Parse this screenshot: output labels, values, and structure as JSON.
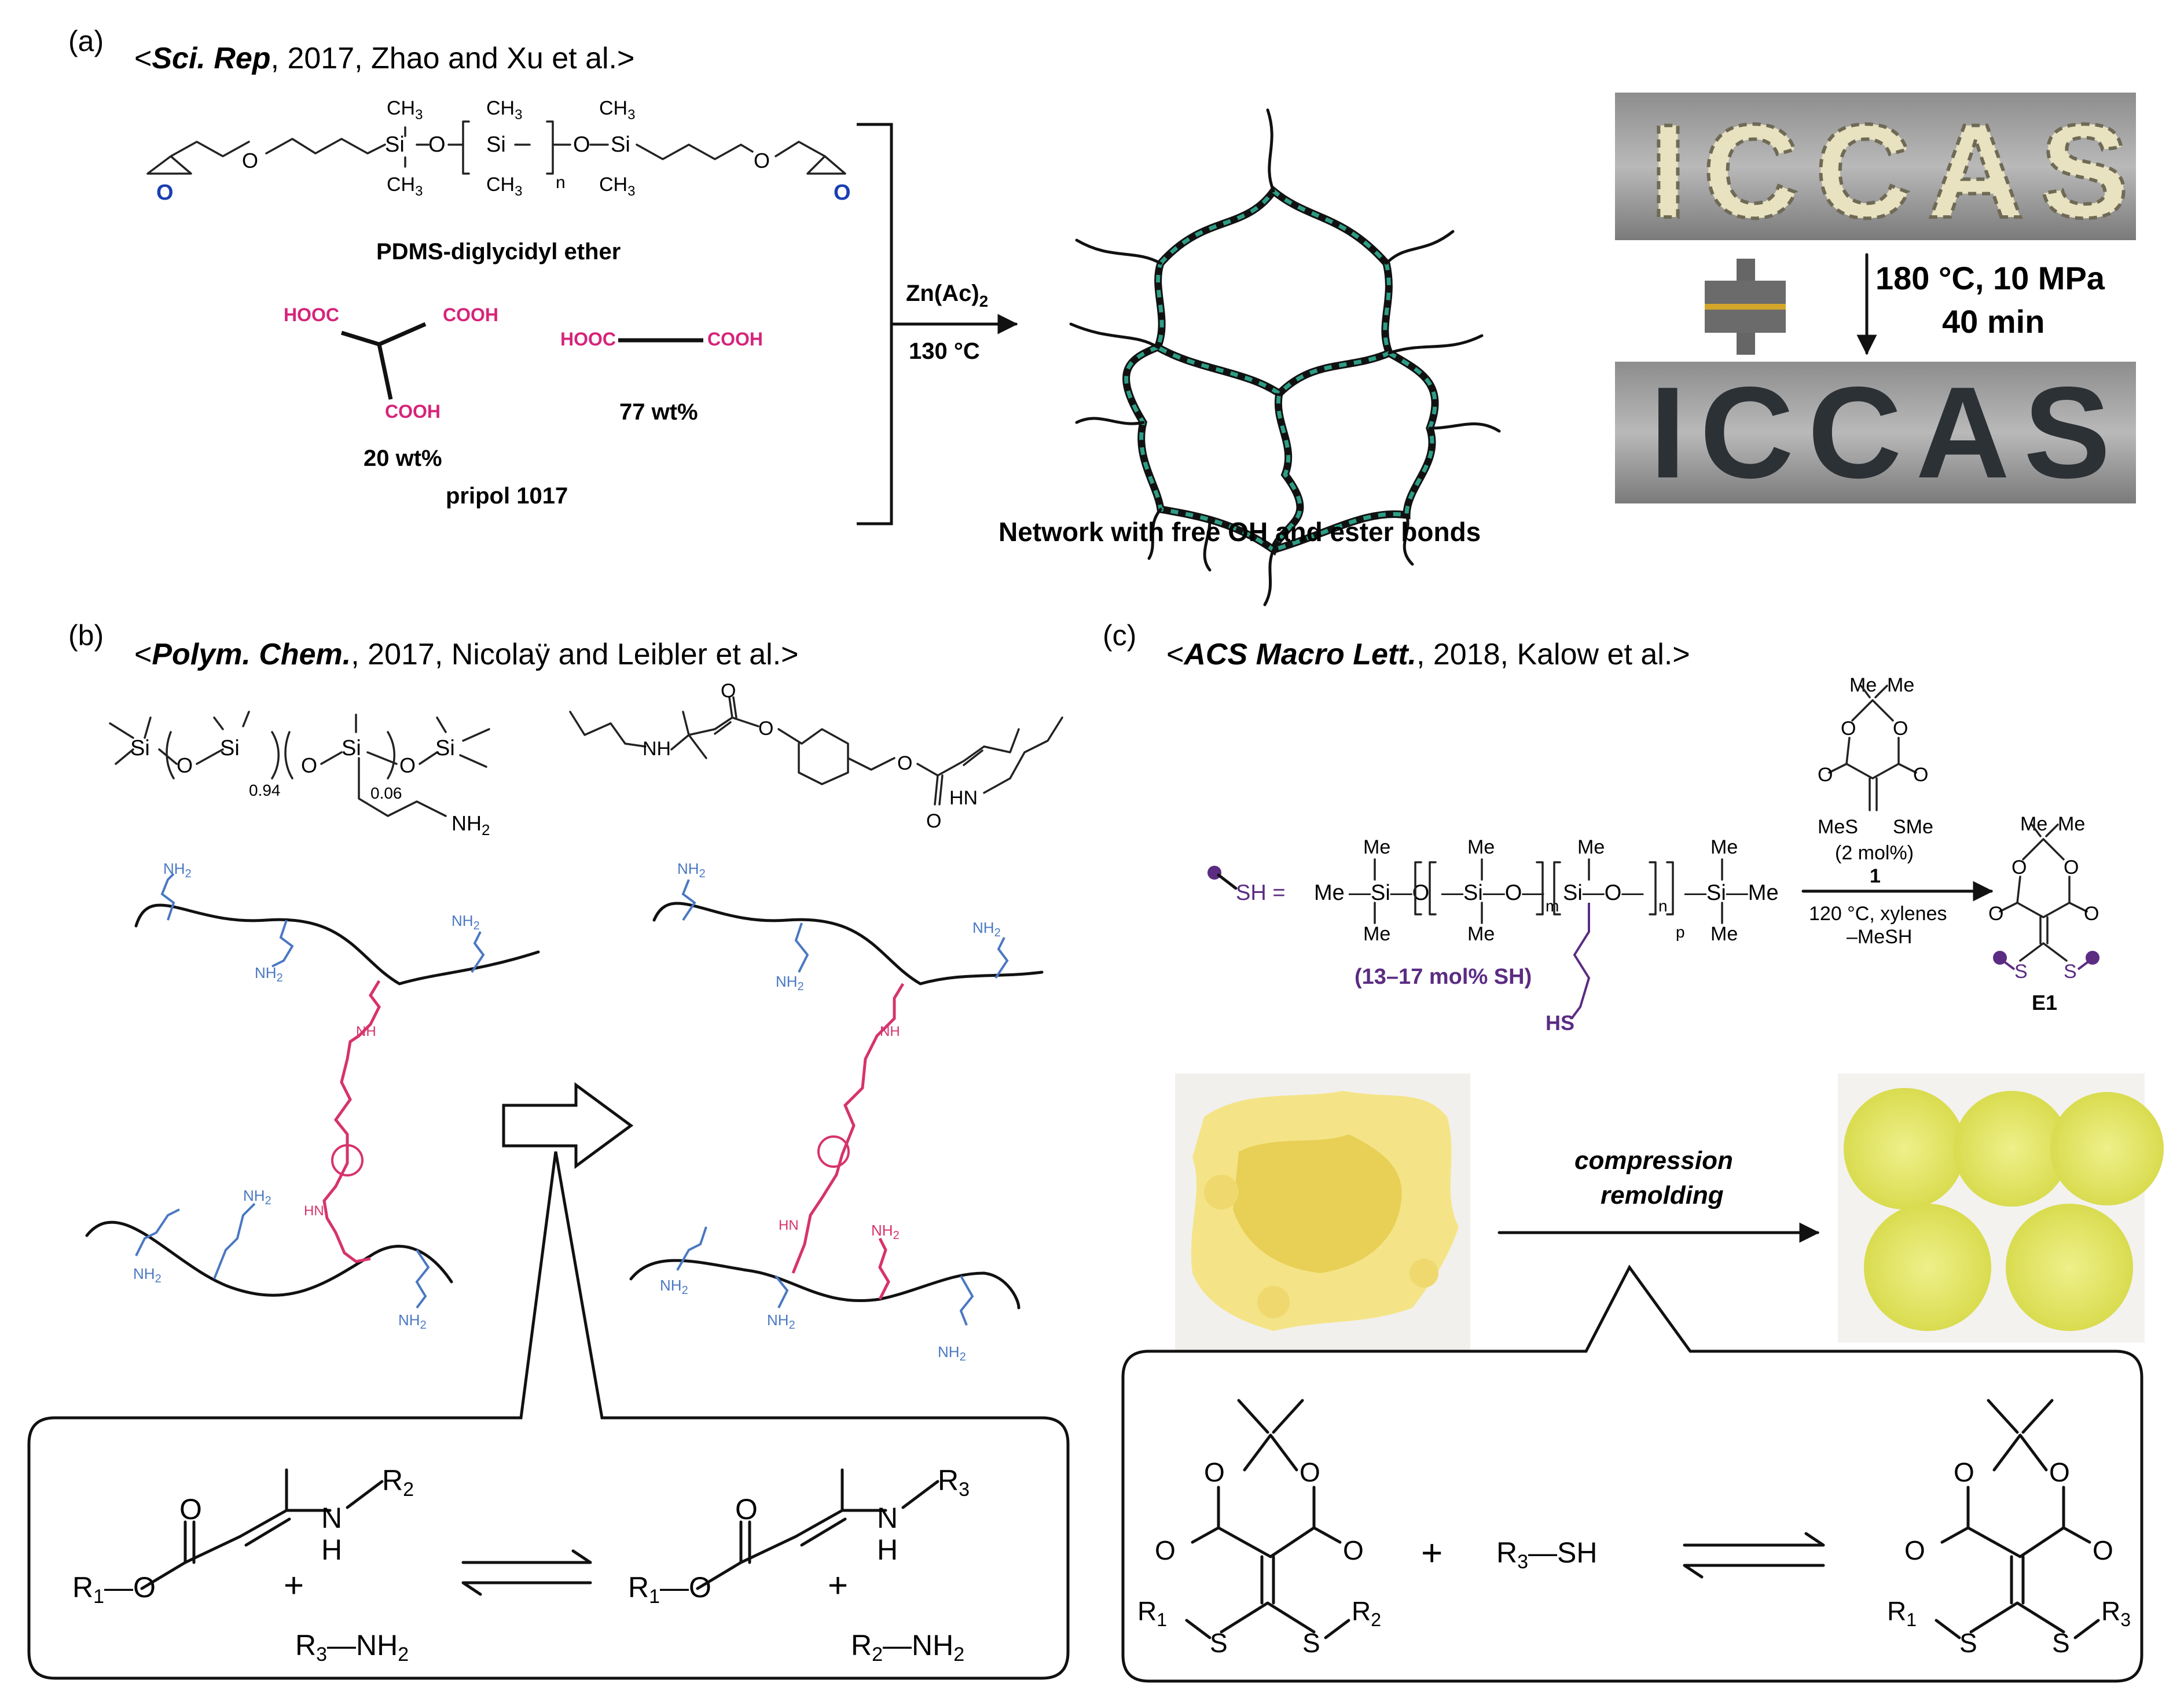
{
  "panel_a": {
    "label": "(a)",
    "citation": {
      "lt": "<",
      "journal": "Sci. Rep",
      "rest": ", 2017, Zhao and Xu et al.",
      "gt": ">"
    },
    "monomer_name": "PDMS-diglycidyl ether",
    "pripol_pct": "20 wt%",
    "pripol_name": "pripol 1017",
    "diacid_pct": "77 wt%",
    "catalyst": "Zn(Ac)",
    "catalyst_sub": "2",
    "temperature": "130 °C",
    "network_caption": "Network with free OH and ester bonds",
    "photo_top_text": "ICCAS",
    "photo_bottom_text": "ICCAS",
    "conditions_line1": "180 °C, 10 MPa",
    "conditions_line2": "40 min"
  },
  "panel_b": {
    "label": "(b)",
    "citation": {
      "lt": "<",
      "journal": "Polym. Chem.",
      "rest": ", 2017, Nicolaÿ and Leibler et al.",
      "gt": ">"
    },
    "sub_094": "0.94",
    "sub_006": "0.06",
    "amine_label": "NH2",
    "eq_R1O": "R1—O",
    "eq_R2": "R2",
    "eq_R3": "R3",
    "eq_NH": "NH",
    "eq_plus": "+",
    "eq_amine_left": "R3—NH2",
    "eq_amine_right": "R2—NH2"
  },
  "panel_c": {
    "label": "(c)",
    "citation": {
      "lt": "<",
      "journal": "ACS Macro Lett.",
      "rest": ", 2018, Kalow et al.",
      "gt": ">"
    },
    "sh_eq": "SH =",
    "mol_pct": "(13–17 mol% SH)",
    "hs": "HS",
    "reagent_pct": "(2 mol%)",
    "reagent_num": "1",
    "cond_line1": "120 °C, xylenes",
    "cond_line2": "–MeSH",
    "product": "E1",
    "mes": "MeS",
    "sme": "SMe",
    "me": "Me",
    "arrow_line1": "compression",
    "arrow_line2": "remolding",
    "eq_thiol": "R3—SH",
    "eq_plus": "+"
  }
}
